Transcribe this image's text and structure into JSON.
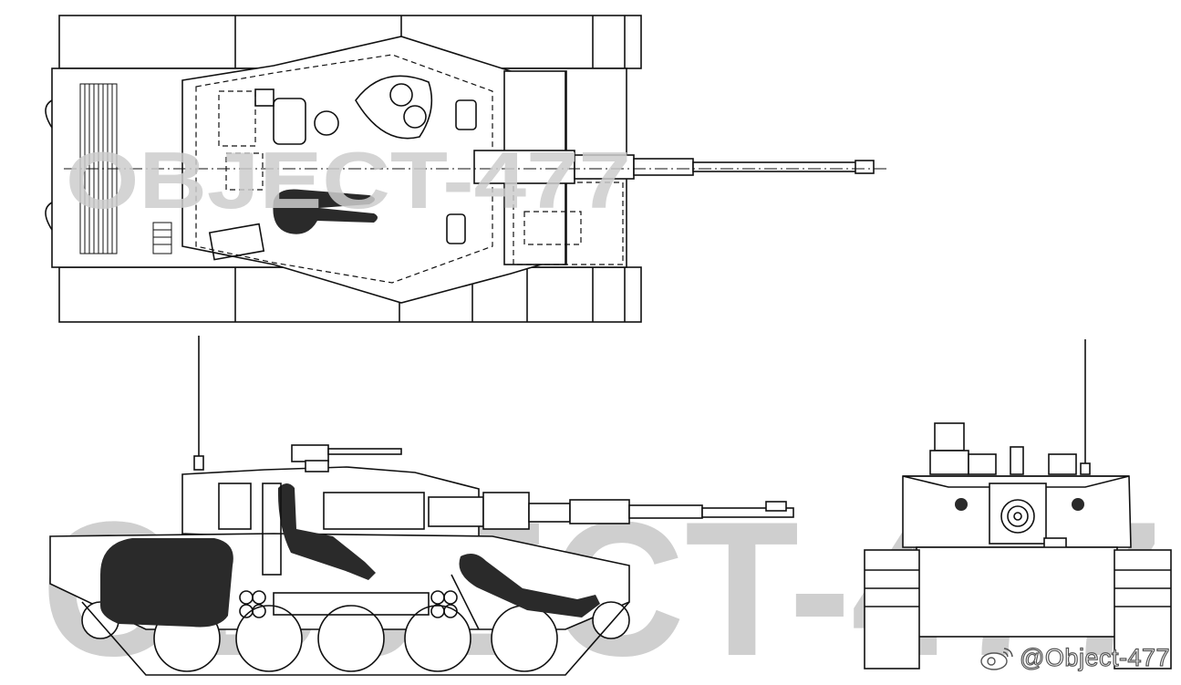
{
  "watermark": {
    "top_view_text": "OBJECT-477",
    "side_view_text": "OBJECT-477"
  },
  "credit": {
    "text": "@Object-477",
    "icon": "weibo-icon"
  },
  "colors": {
    "line": "#111111",
    "watermark": "#cfcfcf",
    "crew_fill": "#2a2a2a"
  }
}
